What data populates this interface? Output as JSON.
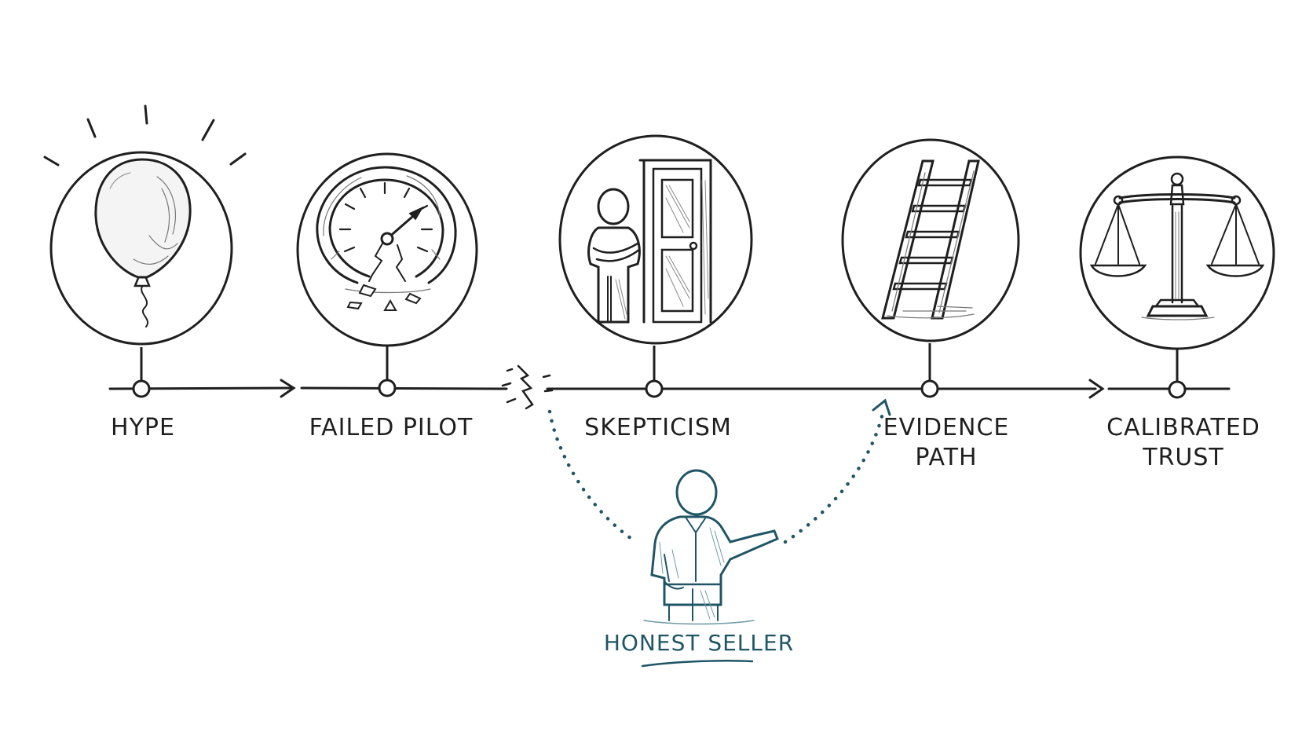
{
  "stages": [
    {
      "id": "hype",
      "lines": [
        "HYPE"
      ],
      "icon": "balloon-icon"
    },
    {
      "id": "failed-pilot",
      "lines": [
        "FAILED PILOT"
      ],
      "icon": "broken-gauge-icon"
    },
    {
      "id": "skepticism",
      "lines": [
        "SKEPTICISM"
      ],
      "icon": "person-at-door-icon"
    },
    {
      "id": "evidence-path",
      "lines": [
        "EVIDENCE",
        "PATH"
      ],
      "icon": "ladder-icon"
    },
    {
      "id": "calibrated-trust",
      "lines": [
        "CALIBRATED",
        "TRUST"
      ],
      "icon": "balance-scale-icon"
    }
  ],
  "seller": {
    "label": "HONEST SELLER",
    "icon": "presenting-person-icon"
  },
  "colors": {
    "ink": "#1f1f1f",
    "accent": "#1f5565",
    "background": "#ffffff"
  }
}
